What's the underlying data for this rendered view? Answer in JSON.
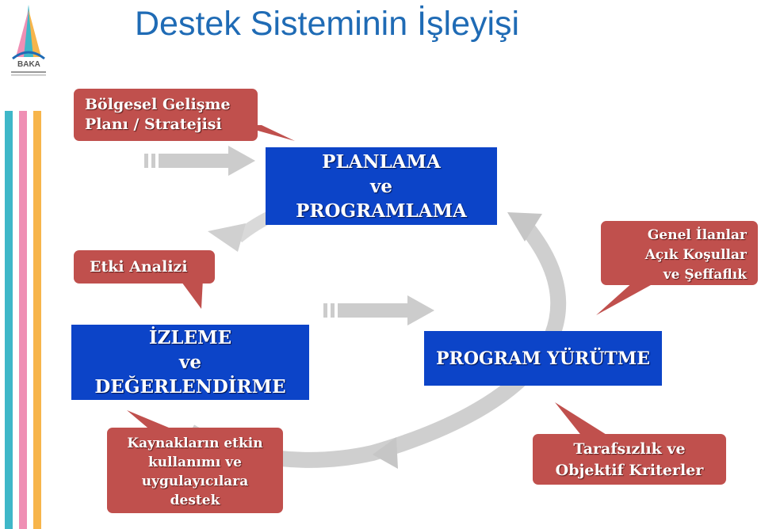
{
  "title": "Destek Sisteminin İşleyişi",
  "logo": {
    "text": "BAKA"
  },
  "colors": {
    "title": "#1f6bb5",
    "blue_box": "#0c44c8",
    "red_callout": "#c0504d",
    "cycle_gray": "#cfcfcf",
    "stripes": [
      "#3fb7c8",
      "#ef8fb4",
      "#f7b54b"
    ]
  },
  "stages": {
    "planning": [
      "PLANLAMA",
      "ve",
      "PROGRAMLAMA"
    ],
    "execution": [
      "PROGRAM YÜRÜTME"
    ],
    "monitoring": [
      "İZLEME",
      "ve",
      "DEĞERLENDİRME"
    ]
  },
  "callouts": {
    "regional_plan": [
      "Bölgesel Gelişme",
      "Planı / Stratejisi"
    ],
    "impact_analysis": [
      "Etki Analizi"
    ],
    "announcements": [
      "Genel İlanlar",
      "Açık Koşullar",
      "ve Şeffaflık"
    ],
    "resource_use": [
      "Kaynakların etkin",
      "kullanımı ve",
      "uygulayıcılara",
      "destek"
    ],
    "objectivity": [
      "Tarafsızlık ve",
      "Objektif Kriterler"
    ]
  }
}
